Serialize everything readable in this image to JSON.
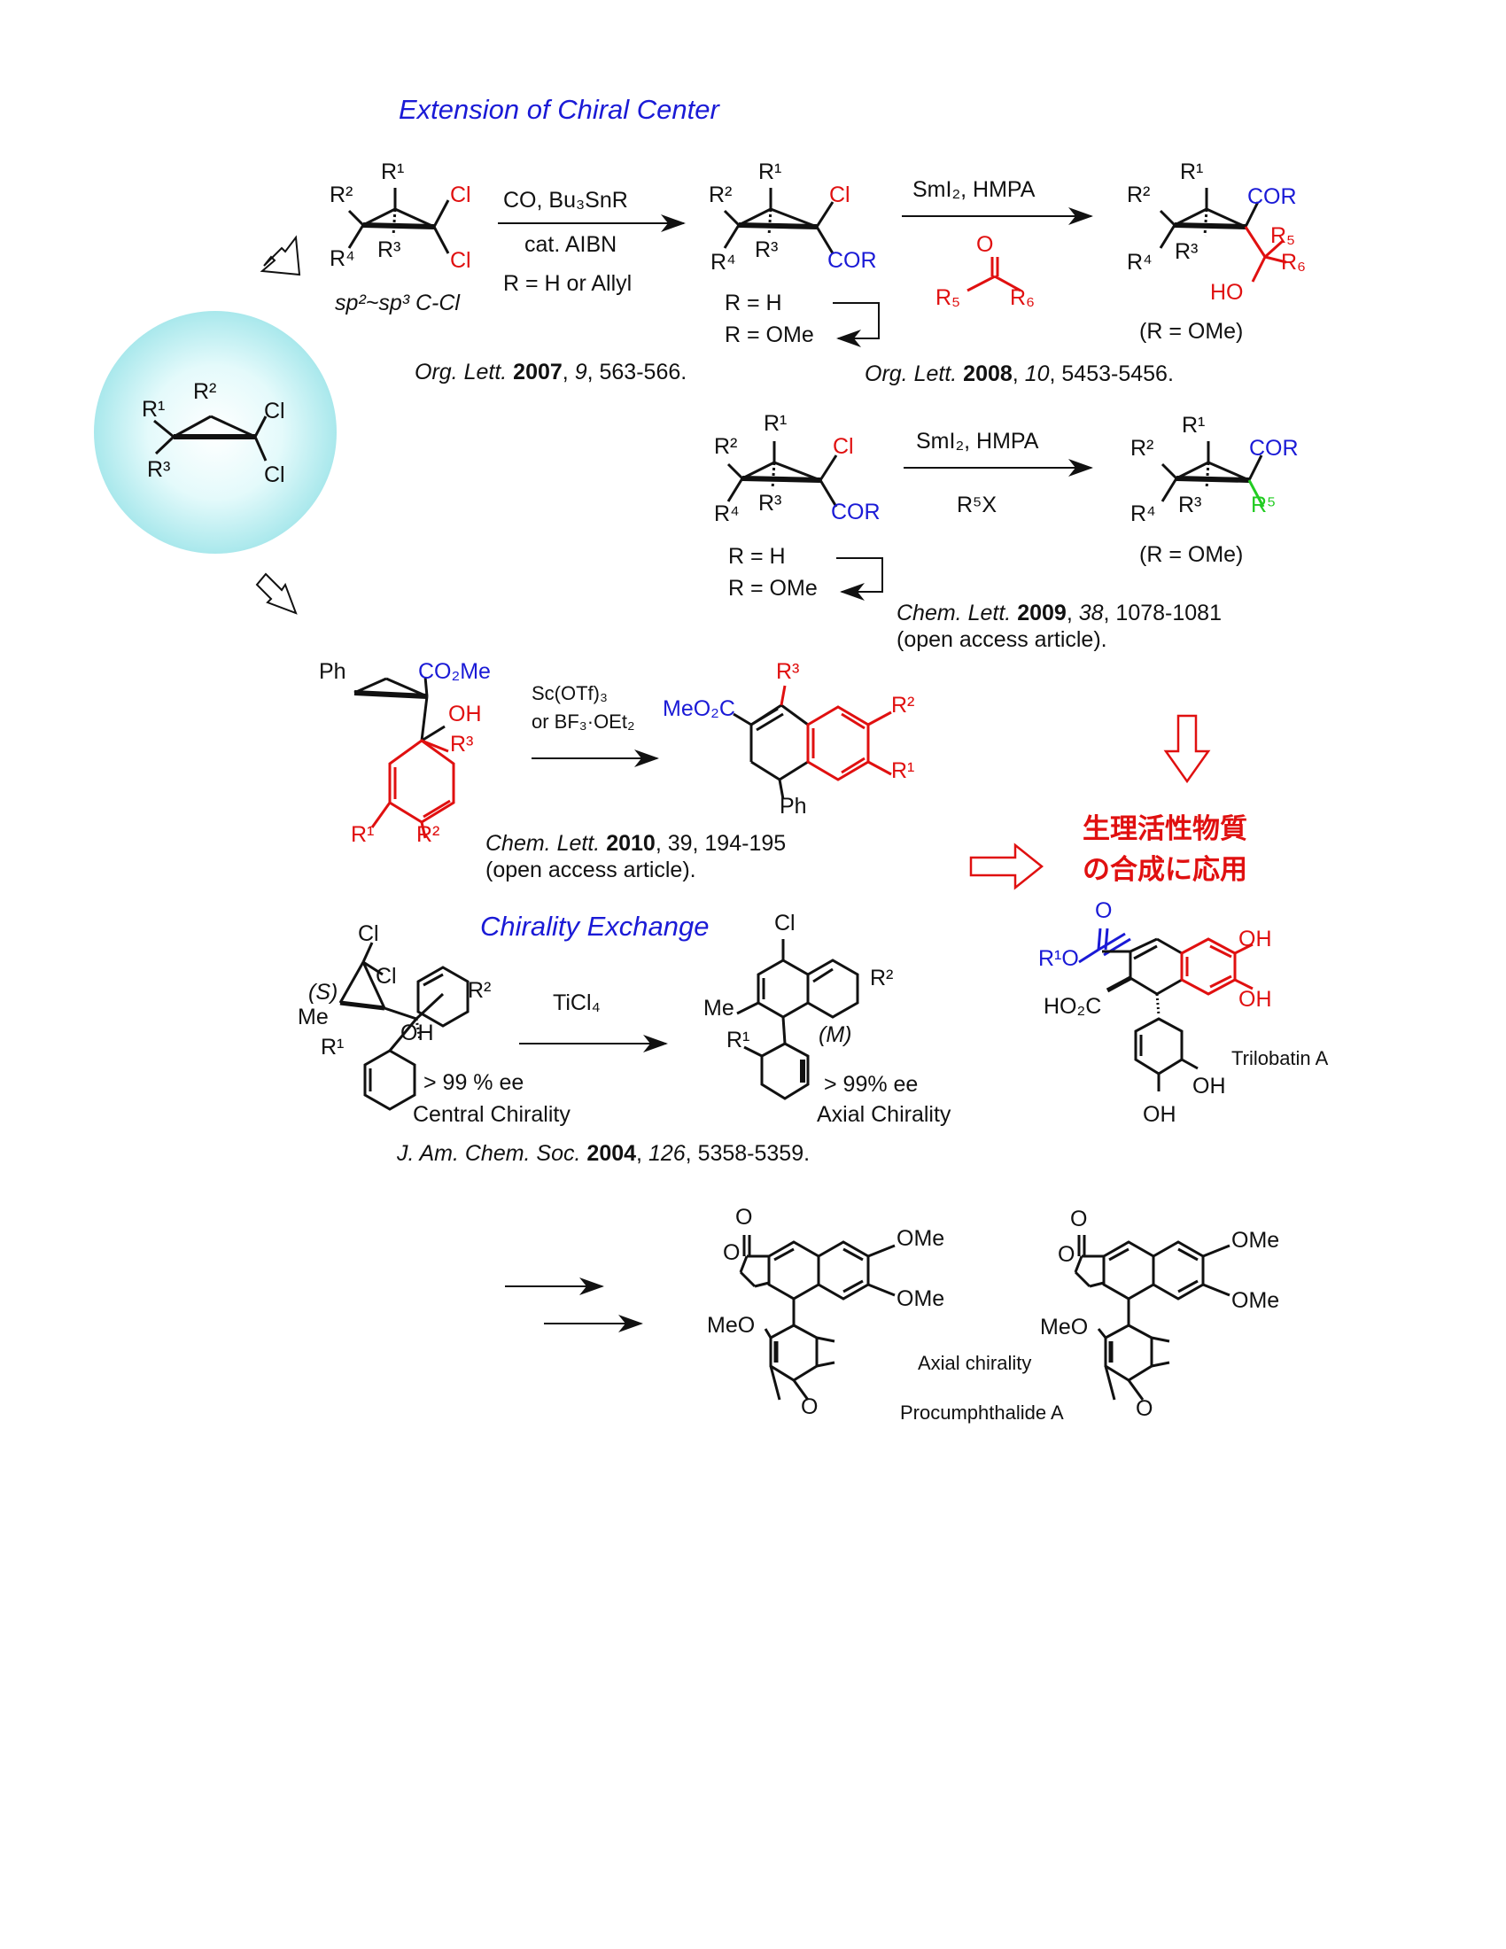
{
  "sections": {
    "extension_title": "Extension of Chiral Center",
    "exchange_title": "Chirality Exchange"
  },
  "core": {
    "r1": "R¹",
    "r2": "R²",
    "r3": "R³",
    "cl1": "Cl",
    "cl2": "Cl"
  },
  "rxn1": {
    "conditions": [
      "CO, Bu₃SnR",
      "cat. AIBN",
      "R = H or Allyl"
    ],
    "sub_label": "sp²~sp³ C-Cl",
    "substrate": {
      "r1": "R¹",
      "r2": "R²",
      "r3": "R³",
      "r4": "R⁴",
      "cl1": "Cl",
      "cl2": "Cl"
    },
    "product": {
      "r1": "R¹",
      "r2": "R²",
      "r3": "R³",
      "r4": "R⁴",
      "cl": "Cl",
      "cor": "COR"
    },
    "r_notes": [
      "R = H",
      "R = OMe"
    ],
    "ref": {
      "journal": "Org. Lett.",
      "year": "2007",
      "vol": "9",
      "pages": ", 563-566."
    }
  },
  "rxn2": {
    "conditions": "SmI₂, HMPA",
    "reagent": {
      "o": "O",
      "r5": "R₅",
      "r6": "R₆"
    },
    "product": {
      "r1": "R¹",
      "r2": "R²",
      "r3": "R³",
      "r4": "R⁴",
      "cor": "COR",
      "r5": "R₅",
      "r6": "R₆",
      "ho": "HO"
    },
    "note": "(R = OMe)",
    "ref": {
      "journal": "Org. Lett.",
      "year": "2008",
      "vol": "10",
      "pages": ", 5453-5456."
    }
  },
  "rxn3": {
    "conditions": "SmI₂, HMPA",
    "reagent": "R⁵X",
    "substrate": {
      "r1": "R¹",
      "r2": "R²",
      "r3": "R³",
      "r4": "R⁴",
      "cl": "Cl",
      "cor": "COR"
    },
    "product": {
      "r1": "R¹",
      "r2": "R²",
      "r3": "R³",
      "r4": "R⁴",
      "cor": "COR",
      "r5": "R⁵"
    },
    "r_notes": [
      "R = H",
      "R = OMe"
    ],
    "note": "(R = OMe)",
    "ref": {
      "journal": "Chem. Lett.",
      "year": "2009",
      "vol": "38",
      "pages": ", 1078-1081",
      "extra": "(open access article)."
    }
  },
  "rxn4": {
    "conditions": [
      "Sc(OTf)₃",
      "or BF₃·OEt₂"
    ],
    "substrate": {
      "ph": "Ph",
      "co2me": "CO₂Me",
      "oh": "OH",
      "r3": "R³",
      "r1": "R¹",
      "r2": "R²"
    },
    "product": {
      "meo2c": "MeO₂C",
      "r3": "R³",
      "r2": "R²",
      "r1": "R¹",
      "ph": "Ph"
    },
    "ref": {
      "journal": "Chem. Lett.",
      "year": "2010",
      "rest": ", 39, 194-195",
      "extra": "(open access article)."
    }
  },
  "application": {
    "line1": "生理活性物質",
    "line2": "の合成に応用"
  },
  "rxn5": {
    "conditions": "TiCl₄",
    "substrate": {
      "cl1": "Cl",
      "cl2": "Cl",
      "s": "(S)",
      "me": "Me",
      "oh": "OH",
      "r1": "R¹",
      "r2": "R²"
    },
    "sub_ee": "> 99 % ee",
    "sub_label": "Central Chirality",
    "product": {
      "cl": "Cl",
      "me": "Me",
      "m": "(M)",
      "r1": "R¹",
      "r2": "R²"
    },
    "prod_ee": "> 99% ee",
    "prod_label": "Axial Chirality",
    "ref": {
      "journal": "J. Am. Chem. Soc.",
      "year": "2004",
      "vol": "126",
      "pages": ", 5358-5359."
    }
  },
  "trilobatin": {
    "name": "Trilobatin A",
    "r1o": "R¹O",
    "o": "O",
    "ho2c": "HO₂C",
    "oh": "OH"
  },
  "procumphthalide": {
    "label_axial": "Axial chirality",
    "name": "Procumphthalide A",
    "ome": "OMe",
    "meo": "MeO",
    "o": "O"
  },
  "colors": {
    "red": "#e01010",
    "blue": "#1a1ad6",
    "green": "#22cc22",
    "sphere": "#bff0f2"
  },
  "icons": [
    "hollow-arrow-icon",
    "reaction-arrow-icon",
    "return-arrow-icon"
  ]
}
